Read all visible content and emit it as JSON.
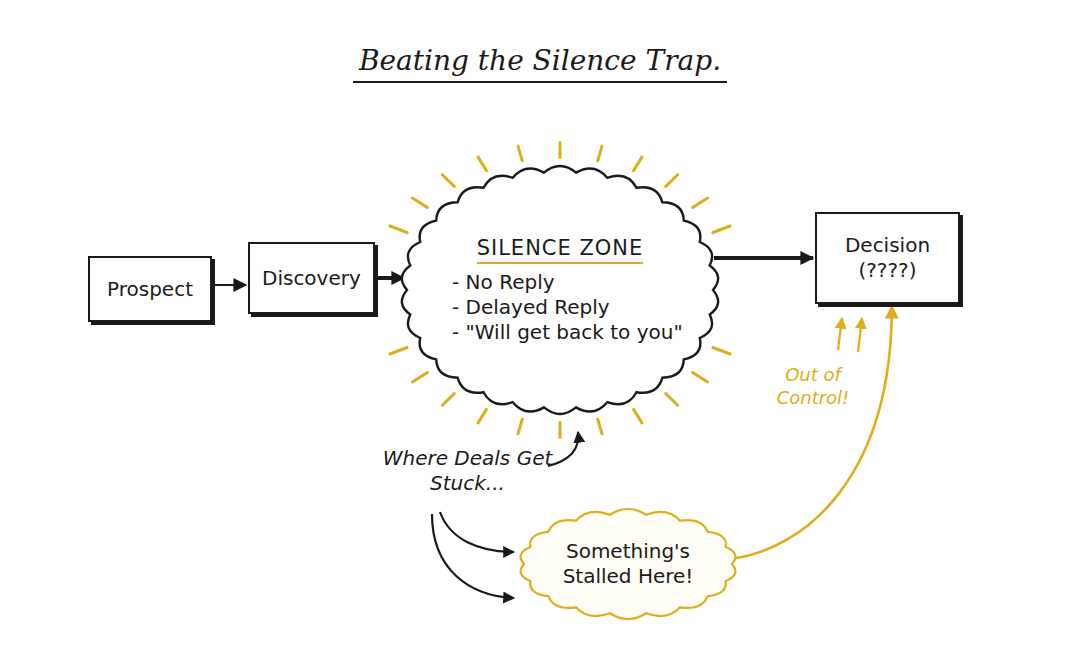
{
  "diagram": {
    "title": "Beating the Silence Trap.",
    "nodes": [
      {
        "text": [
          "Prospect"
        ]
      },
      {
        "text": [
          "Discovery"
        ]
      },
      {
        "text": [
          "SILENCE ZONE",
          "- No Reply",
          "- Delayed Reply",
          "- \"Will get back to you\""
        ]
      },
      {
        "text": [
          "Decision",
          "(????)"
        ]
      },
      {
        "text": [
          "Something's Stalled Here!"
        ]
      }
    ],
    "edges": [
      {
        "from": 0,
        "to": 1,
        "arrow": "to"
      },
      {
        "from": 1,
        "to": 2,
        "arrow": "to"
      },
      {
        "from": 2,
        "to": 3,
        "arrow": "to"
      },
      {
        "from": 4,
        "to": 3,
        "arrow": "to"
      }
    ],
    "labels": [
      "Where Deals Get Stuck...",
      "Out of Control!"
    ]
  }
}
